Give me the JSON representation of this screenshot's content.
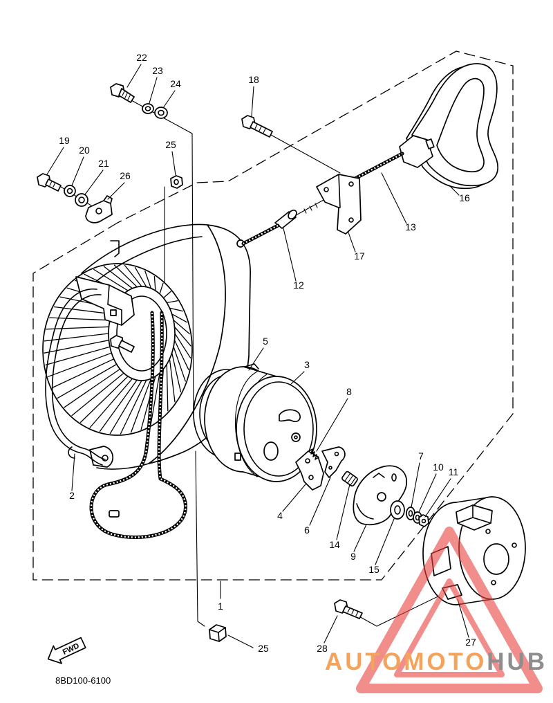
{
  "diagram": {
    "code": "8BD100-6100",
    "fwd_label": "FWD",
    "callouts": [
      "22",
      "23",
      "24",
      "18",
      "19",
      "20",
      "21",
      "26",
      "25",
      "16",
      "13",
      "17",
      "12",
      "5",
      "3",
      "8",
      "2",
      "4",
      "6",
      "14",
      "9",
      "15",
      "7",
      "10",
      "11",
      "1",
      "25",
      "27",
      "28"
    ]
  },
  "watermark": {
    "left": "AUTOMOTO",
    "right": "HUB"
  },
  "icons": {
    "fwd": "fwd-arrow-icon",
    "watermark_logo": "warning-triangle-logo"
  },
  "colors": {
    "line": "#000000",
    "background": "#ffffff",
    "watermark_triangle": "#e8413c",
    "watermark_left": "#f3a35c",
    "watermark_right": "#8e8e8e"
  }
}
